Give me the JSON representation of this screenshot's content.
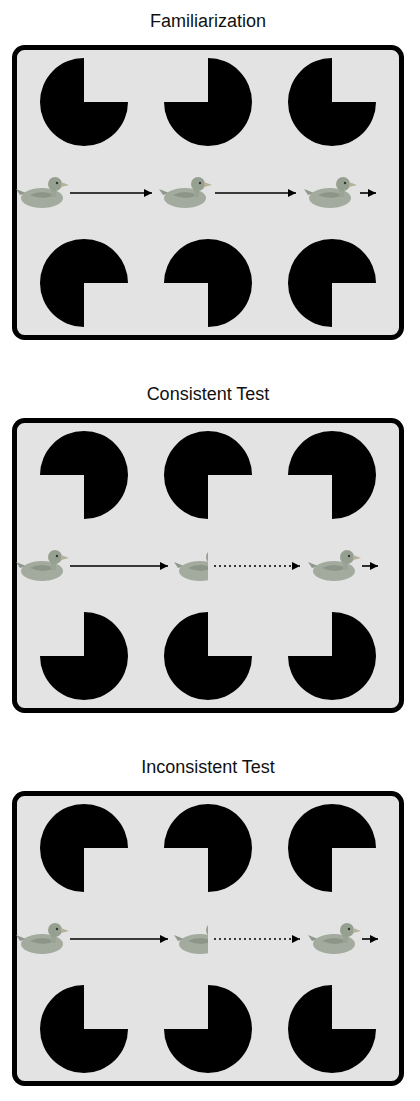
{
  "diagram": {
    "nodes": [
      {
        "text": [
          "Familiarization"
        ]
      },
      {
        "text": [
          "Consistent Test"
        ]
      },
      {
        "text": [
          "Inconsistent Test"
        ]
      }
    ]
  }
}
